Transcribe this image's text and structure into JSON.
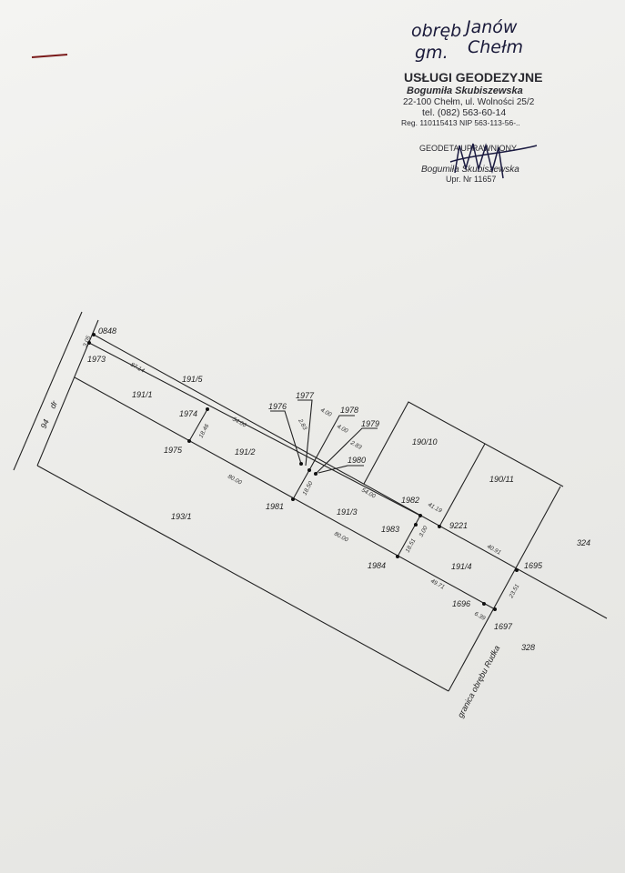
{
  "handwritten": {
    "line1_a": "obręb",
    "line1_b": "Janów",
    "line2_a": "gm.",
    "line2_b": "Chełm"
  },
  "stamp": {
    "company": "USŁUGI GEODEZYJNE",
    "owner": "Bogumiła Skubiszewska",
    "address": "22-100 Chełm, ul. Wolności 25/2",
    "phone": "tel. (082) 563-60-14",
    "reg": "Reg. 110115413 NIP 563-113-56-..",
    "title": "GEODETA UPRAWNIONY",
    "name": "Bogumiła Skubiszewska",
    "license": "Upr. Nr 11657"
  },
  "map": {
    "road_label": "dr",
    "road_number": "94",
    "boundary_label": "granica obrębu Rudka",
    "parcels": [
      "191/1",
      "191/5",
      "191/2",
      "191/3",
      "191/4",
      "193/1",
      "190/10",
      "190/11",
      "324",
      "328"
    ],
    "points": [
      "0848",
      "1973",
      "1974",
      "1975",
      "1976",
      "1977",
      "1978",
      "1979",
      "1980",
      "1981",
      "1982",
      "1983",
      "1984",
      "9221",
      "1695",
      "1696",
      "1697"
    ],
    "dimensions": [
      "3.05",
      "87.14",
      "54.00",
      "18.46",
      "80.00",
      "2.83",
      "4.00",
      "4.00",
      "2.83",
      "18.50",
      "54.00",
      "41.19",
      "3.00",
      "18.51",
      "80.00",
      "40.91",
      "49.71",
      "6.39",
      "23.51"
    ]
  }
}
